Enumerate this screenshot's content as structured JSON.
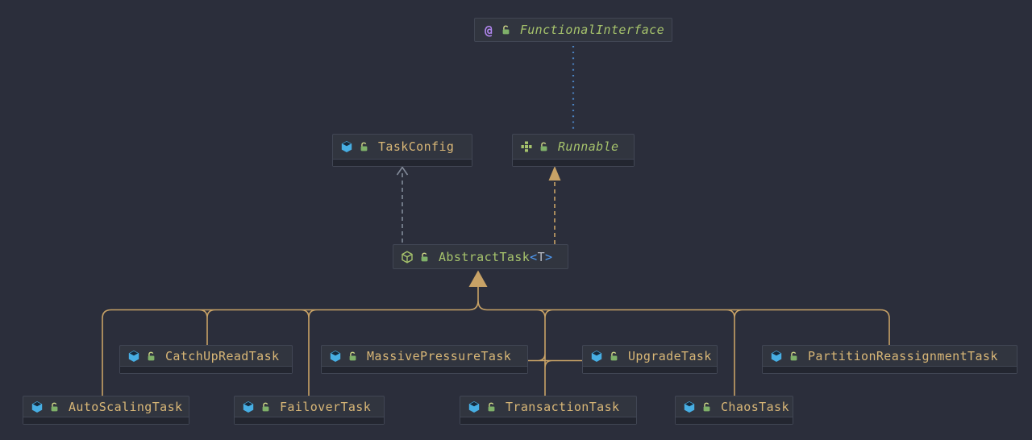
{
  "diagram": {
    "kind": "uml-class-diagram",
    "colors": {
      "background": "#2b2e3b",
      "node_bg": "#31353f",
      "node_border": "#414654",
      "node_strip": "#232630",
      "class_name": "#d9b777",
      "interface_name": "#a6c36c",
      "generic_bracket": "#4f9cf7",
      "generic_param": "#b5bac3",
      "annotation_at_color": "#b287f0",
      "class_icon": "#47aee3",
      "interface_icon": "#a6c36c",
      "lock_icon": "#7fb069",
      "inheritance_edge": "#c8a266",
      "dependency_edge": "#828a99",
      "annotation_edge": "#4d86c6"
    },
    "icons": {
      "annotation_at": "@",
      "class_icon": "blue-cube",
      "abstract_class_icon": "green-wireframe-cube",
      "interface_icon": "green-plus-tiles",
      "lock_icon": "unlocked-padlock"
    },
    "nodes": [
      {
        "name": "FunctionalInterface",
        "kind": "annotation"
      },
      {
        "name": "TaskConfig",
        "kind": "class"
      },
      {
        "name": "Runnable",
        "kind": "interface"
      },
      {
        "name": "AbstractTask",
        "kind": "abstract_class",
        "generic_open": "<",
        "generic_param": "T",
        "generic_close": ">"
      },
      {
        "name": "CatchUpReadTask",
        "kind": "class"
      },
      {
        "name": "MassivePressureTask",
        "kind": "class"
      },
      {
        "name": "UpgradeTask",
        "kind": "class"
      },
      {
        "name": "PartitionReassignmentTask",
        "kind": "class"
      },
      {
        "name": "AutoScalingTask",
        "kind": "class"
      },
      {
        "name": "FailoverTask",
        "kind": "class"
      },
      {
        "name": "TransactionTask",
        "kind": "class"
      },
      {
        "name": "ChaosTask",
        "kind": "class"
      }
    ],
    "edges": [
      {
        "from": "Runnable",
        "to": "FunctionalInterface",
        "type": "annotated-by",
        "style": "dotted-blue"
      },
      {
        "from": "AbstractTask<T>",
        "to": "TaskConfig",
        "type": "dependency",
        "style": "dashed-gray-open-arrow"
      },
      {
        "from": "AbstractTask<T>",
        "to": "Runnable",
        "type": "realization",
        "style": "dashed-tan-filled-arrow"
      },
      {
        "from": "CatchUpReadTask",
        "to": "AbstractTask<T>",
        "type": "inheritance"
      },
      {
        "from": "MassivePressureTask",
        "to": "AbstractTask<T>",
        "type": "inheritance"
      },
      {
        "from": "UpgradeTask",
        "to": "AbstractTask<T>",
        "type": "inheritance"
      },
      {
        "from": "PartitionReassignmentTask",
        "to": "AbstractTask<T>",
        "type": "inheritance"
      },
      {
        "from": "AutoScalingTask",
        "to": "AbstractTask<T>",
        "type": "inheritance"
      },
      {
        "from": "FailoverTask",
        "to": "AbstractTask<T>",
        "type": "inheritance"
      },
      {
        "from": "TransactionTask",
        "to": "AbstractTask<T>",
        "type": "inheritance"
      },
      {
        "from": "ChaosTask",
        "to": "AbstractTask<T>",
        "type": "inheritance"
      }
    ]
  }
}
